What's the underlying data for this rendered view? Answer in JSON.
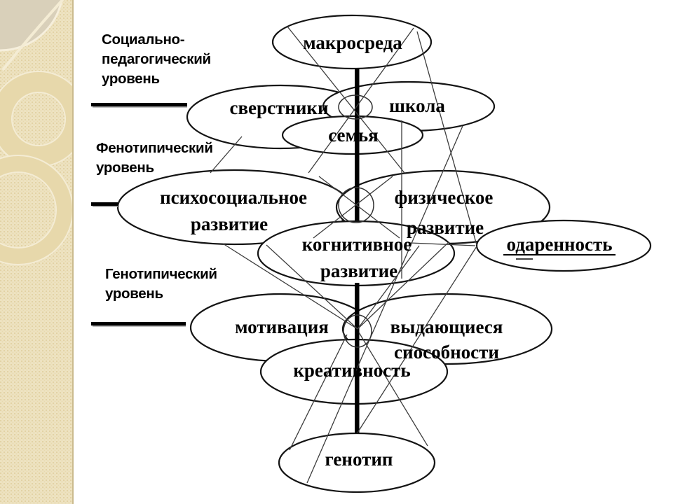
{
  "slide": {
    "kind": "diagram-slide",
    "levels": [
      {
        "label": "Социально-педагогический уровень",
        "lines": [
          "Социально-",
          "педагогический",
          "уровень"
        ]
      },
      {
        "label": "Фенотипический уровень",
        "lines": [
          "Фенотипический",
          "уровень"
        ]
      },
      {
        "label": "Генотипический уровень",
        "lines": [
          "Генотипический",
          "уровень"
        ]
      }
    ],
    "nodes": [
      {
        "id": "macroenvironment",
        "label": "макросреда"
      },
      {
        "id": "peers",
        "label": "сверстники"
      },
      {
        "id": "school",
        "label": "школа"
      },
      {
        "id": "family",
        "label": "семья"
      },
      {
        "id": "psychosocial-development",
        "label": "психосоциальное развитие",
        "lines": [
          "психосоциальное",
          "развитие"
        ]
      },
      {
        "id": "physical-development",
        "label": "физическое развитие",
        "lines": [
          "физическое",
          "развитие"
        ]
      },
      {
        "id": "cognitive-development",
        "label": "когнитивное развитие",
        "lines": [
          "когнитивное",
          "развитие"
        ]
      },
      {
        "id": "giftedness",
        "label": "одаренность",
        "underlined": true
      },
      {
        "id": "motivation",
        "label": "мотивация"
      },
      {
        "id": "outstanding-abilities",
        "label": "выдающиеся способности",
        "lines": [
          "выдающиеся",
          "способности"
        ]
      },
      {
        "id": "creativity",
        "label": "креативность"
      },
      {
        "id": "genotype",
        "label": "генотип"
      }
    ],
    "colors": {
      "accent_cyan": "#cdf4fa",
      "accent_green": "#cdf0cd",
      "node_fill": "#ffffff",
      "outline": "#141414",
      "sidebar_base": "#eee3c2",
      "sidebar_dot": "#e2d2a4"
    }
  }
}
